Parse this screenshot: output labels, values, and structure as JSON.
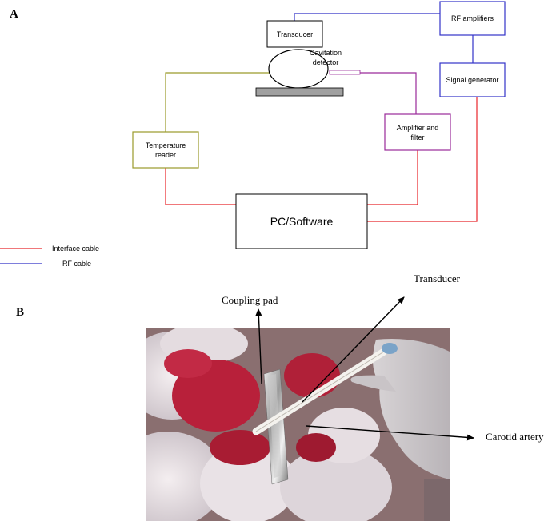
{
  "panel_a": {
    "label": "A",
    "boxes": {
      "transducer": "Transducer",
      "rf_amplifiers": "RF amplifiers",
      "signal_generator": "Signal generator",
      "temperature_reader_line1": "Temperature",
      "temperature_reader_line2": "reader",
      "amplifier_filter_line1": "Amplifier and",
      "amplifier_filter_line2": "filter",
      "pc_software": "PC/Software"
    },
    "cavitation_detector_line1": "Cavitation",
    "cavitation_detector_line2": "detector",
    "legend": [
      {
        "label": "Interface cable",
        "color": "#e8262b"
      },
      {
        "label": "RF cable",
        "color": "#3232c8"
      }
    ],
    "colors": {
      "rf_line": "#3232c8",
      "interface_line": "#e8262b",
      "temperature_line": "#9a9a2a",
      "detector_line": "#9a2a9a"
    }
  },
  "panel_b": {
    "label": "B",
    "annotations": {
      "coupling_pad": "Coupling pad",
      "transducer": "Transducer",
      "carotid_artery": "Carotid artery"
    }
  }
}
